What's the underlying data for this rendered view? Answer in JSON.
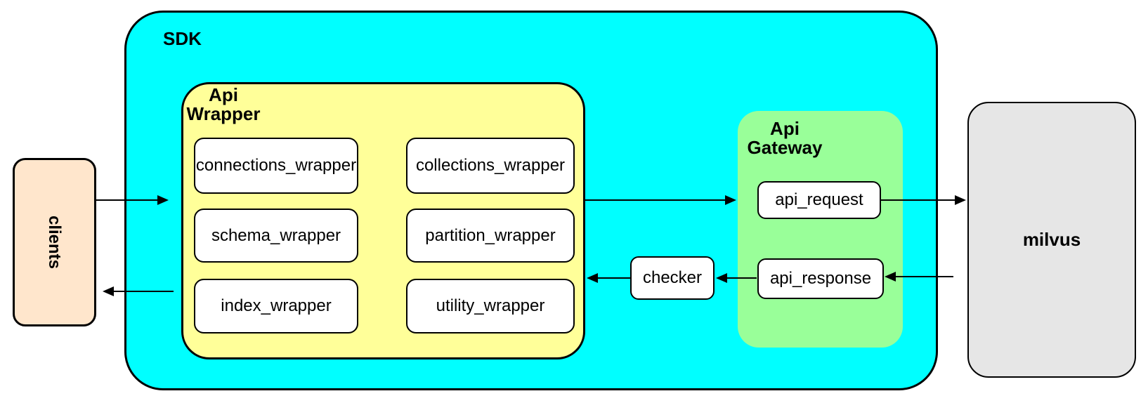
{
  "diagram": {
    "colors": {
      "sdk_fill": "#00FFFF",
      "api_wrapper_fill": "#FFFF99",
      "api_gateway_fill": "#99FF99",
      "clients_fill": "#FFE6CC",
      "milvus_fill": "#E6E6E6",
      "node_fill": "#FFFFFF",
      "border": "#000000"
    },
    "clients": {
      "label": "clients"
    },
    "sdk": {
      "label": "SDK"
    },
    "api_wrapper": {
      "label_lines": [
        "Api",
        "Wrapper"
      ],
      "boxes": [
        {
          "label": "connections_wrapper"
        },
        {
          "label": "collections_wrapper"
        },
        {
          "label": "schema_wrapper"
        },
        {
          "label": "partition_wrapper"
        },
        {
          "label": "index_wrapper"
        },
        {
          "label": "utility_wrapper"
        }
      ]
    },
    "checker": {
      "label": "checker"
    },
    "api_gateway": {
      "label_lines": [
        "Api",
        "Gateway"
      ],
      "boxes": [
        {
          "label": "api_request"
        },
        {
          "label": "api_response"
        }
      ]
    },
    "milvus": {
      "label": "milvus"
    }
  }
}
